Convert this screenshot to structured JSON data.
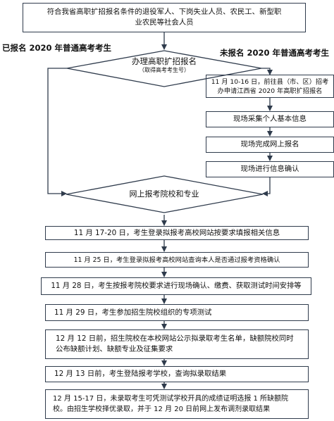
{
  "flowchart": {
    "top_box": "符合我省高职扩招报名条件的退役军人、下岗失业人员、农民工、新型职业农民等社会人员",
    "label_left": "已报名 2020 年普通高考考生",
    "label_right": "未报名 2020 年普通高考考生",
    "diamond1": {
      "title": "办理高职扩招报名",
      "subtitle": "（取得高考考生号）"
    },
    "right_steps": [
      "11 月 10-16 日，前往县（市、区）招考办申请江西省 2020 年高职扩招报名",
      "现场采集个人基本信息",
      "现场完成网上报名",
      "现场进行信息确认"
    ],
    "diamond2": "网上报考院校和专业",
    "steps": [
      "11 月 17-20 日，考生登录拟报考高校网站按要求填报相关信息",
      "11 月 25 日，考生登录拟报考高校网站查询本人是否通过报考资格确认",
      "11 月 28 日，考生按报考院校要求进行现场确认、缴费、获取测试时间安排等",
      "11 月 29 日，考生参加招生院校组织的专项测试",
      "12 月 12 日前，招生院校在本校网站公示拟录取考生名单，缺额院校同时公布缺额计划、缺额专业及征集要求",
      "12 月 13 日前，考生登陆报考学校，查询拟录取结果",
      "12 月 15-17 日，未录取考生可凭测试学校开具的成绩证明选报 1 所缺额院校。由招生学校择优录取，并于 12 月 20 日前网上发布调剂录取结果"
    ]
  },
  "colors": {
    "line": "#2f3b4c",
    "fill": "#ffffff",
    "text": "#111111"
  }
}
